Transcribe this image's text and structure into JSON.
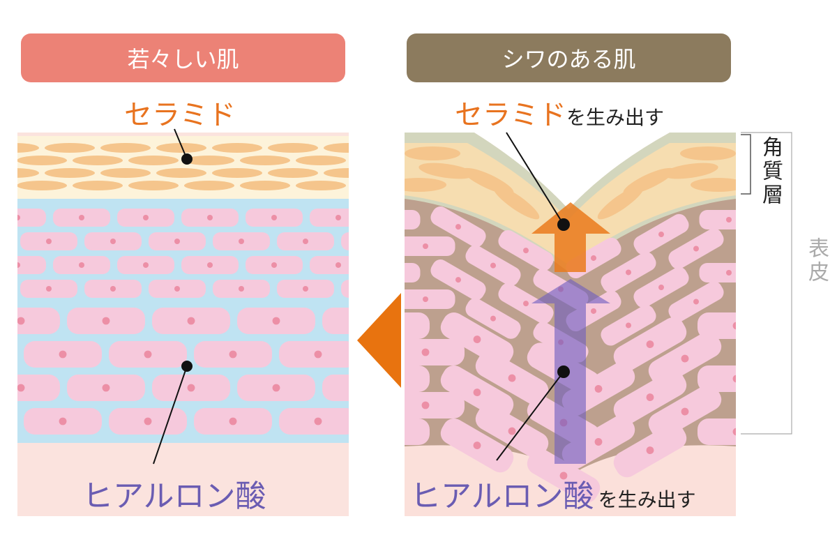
{
  "left_panel": {
    "title": "若々しい肌",
    "ceramide_label": "セラミド",
    "hyaluronic_label": "ヒアルロン酸"
  },
  "right_panel": {
    "title": "シワのある肌",
    "ceramide_label": "セラミド",
    "ceramide_suffix": "を生み出す",
    "hyaluronic_label": "ヒアルロン酸",
    "hyaluronic_suffix": "を生み出す",
    "stratum_corneum_label": "角質層",
    "epidermis_label": "表皮"
  },
  "colors": {
    "young_header": "#ec8276",
    "wrinkled_header": "#8c7b5e",
    "ceramide": "#e8731f",
    "hyaluronic": "#6a5cb2",
    "arrow": "#e8730f"
  }
}
